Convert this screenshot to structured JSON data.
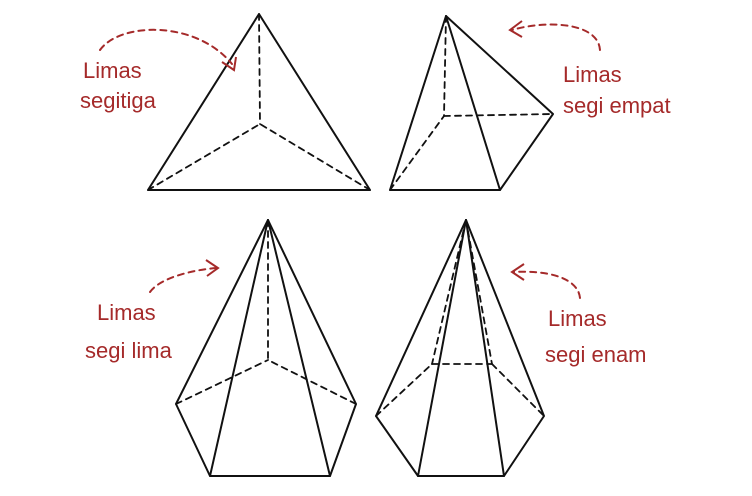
{
  "colors": {
    "label": "#a52a2a",
    "edge": "#111111",
    "background": "#ffffff"
  },
  "pyramids": [
    {
      "id": "limas-segitiga",
      "label_line1": "Limas",
      "label_line2": "segitiga"
    },
    {
      "id": "limas-segi-empat",
      "label_line1": "Limas",
      "label_line2": "segi empat"
    },
    {
      "id": "limas-segi-lima",
      "label_line1": "Limas",
      "label_line2": "segi lima"
    },
    {
      "id": "limas-segi-enam",
      "label_line1": "Limas",
      "label_line2": "segi enam"
    }
  ]
}
